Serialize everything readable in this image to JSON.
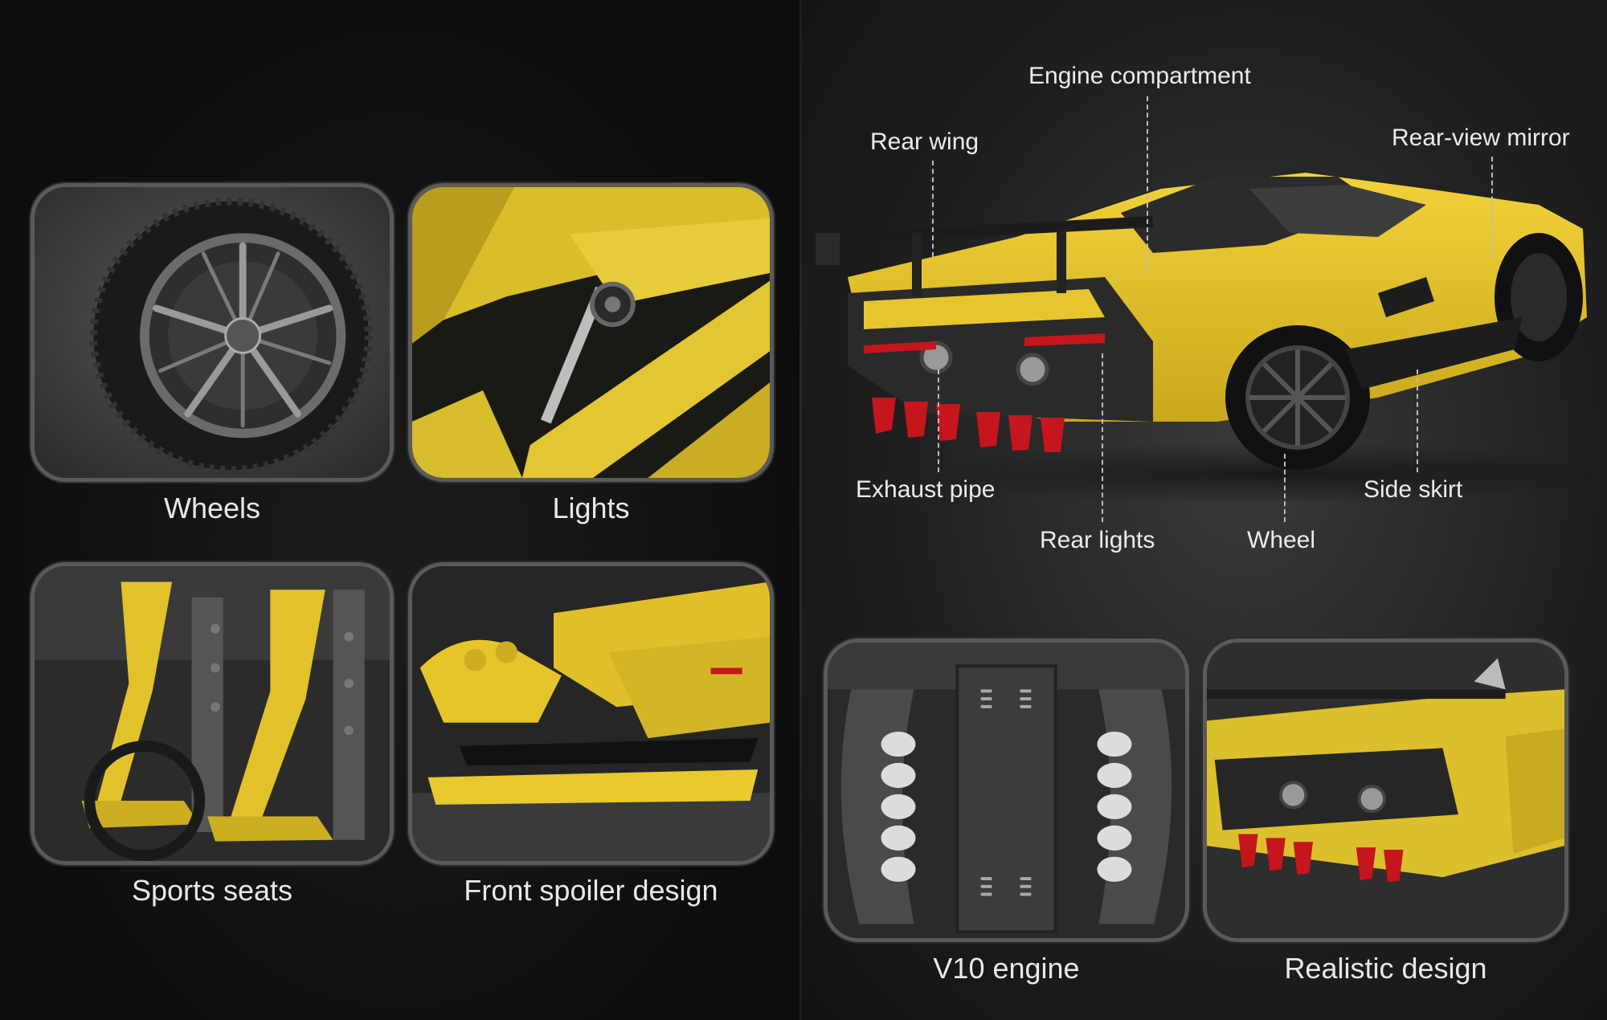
{
  "features": [
    {
      "label": "Wheels"
    },
    {
      "label": "Lights"
    },
    {
      "label": "Sports seats"
    },
    {
      "label": "Front spoiler design"
    },
    {
      "label": "V10 engine"
    },
    {
      "label": "Realistic design"
    }
  ],
  "callouts": {
    "engine_compartment": "Engine compartment",
    "rear_wing": "Rear wing",
    "rear_view_mirror": "Rear-view mirror",
    "exhaust_pipe": "Exhaust pipe",
    "rear_lights": "Rear lights",
    "wheel": "Wheel",
    "side_skirt": "Side skirt"
  },
  "colors": {
    "accent_yellow": "#e8c51e",
    "tail_red": "#c4161c",
    "background": "#121212"
  }
}
